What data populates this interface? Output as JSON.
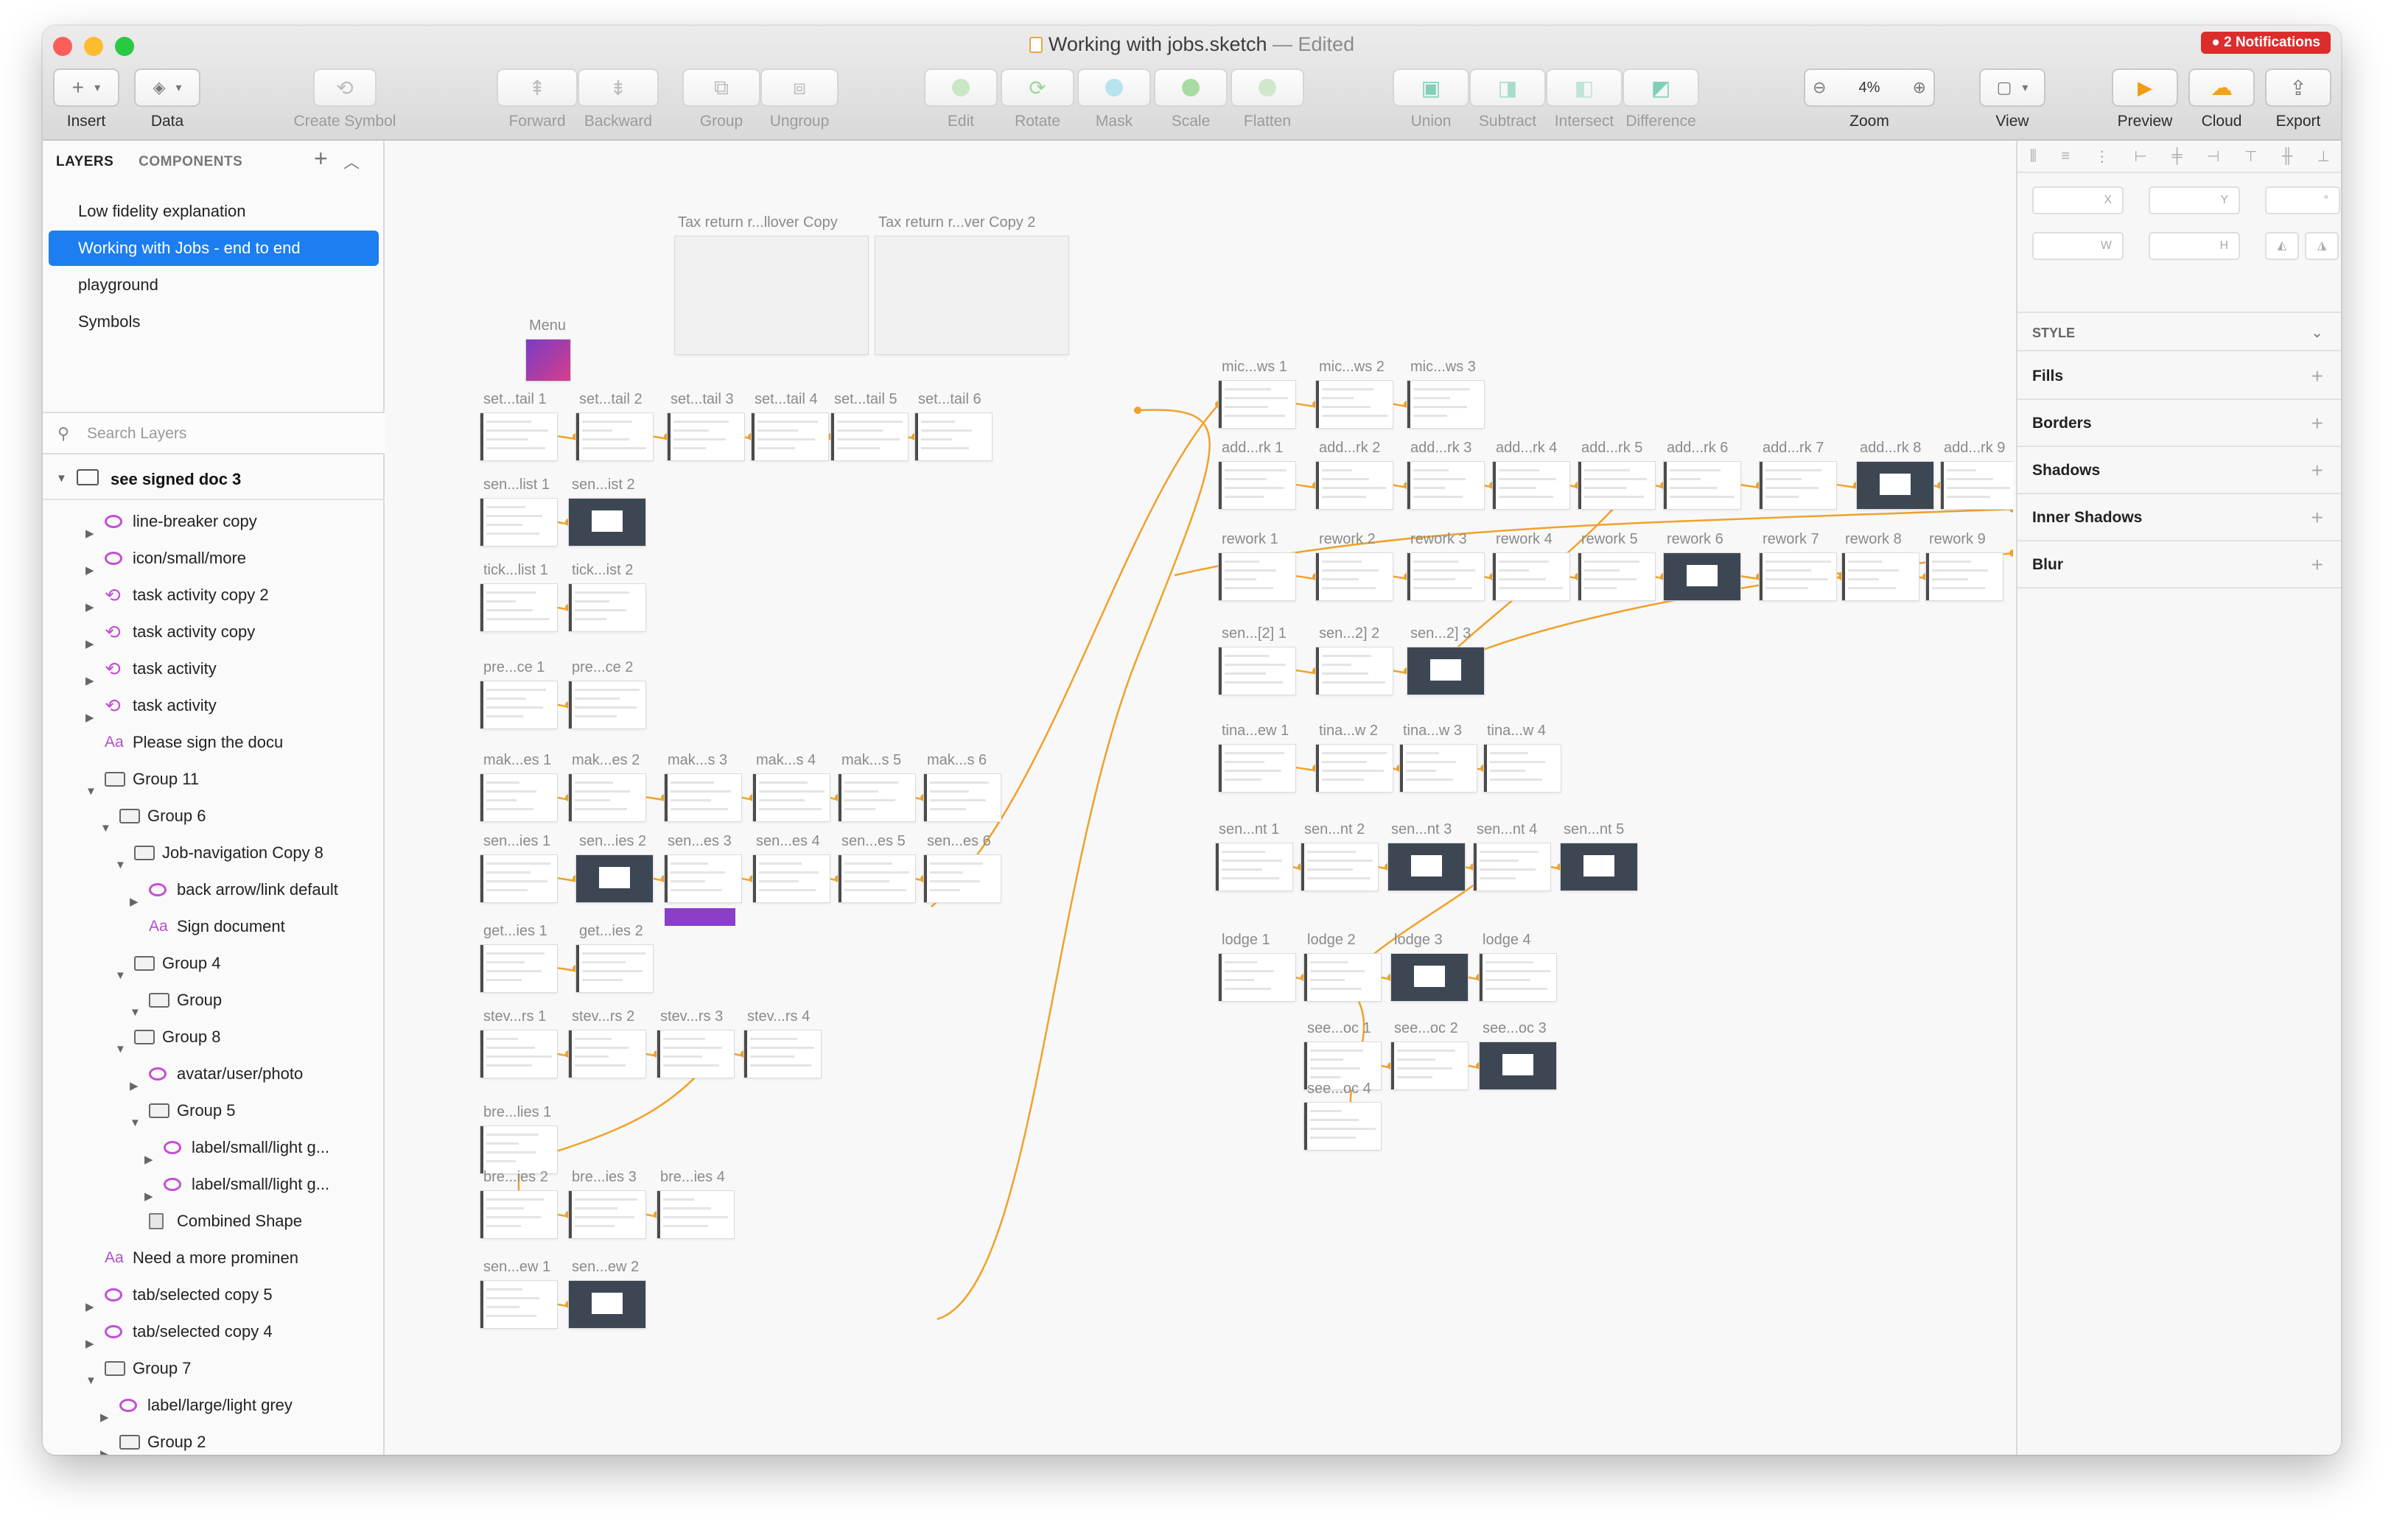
{
  "window": {
    "title": "Working with jobs.sketch",
    "title_status": "— Edited",
    "notifications": "2 Notifications"
  },
  "toolbar": {
    "insert": "Insert",
    "data": "Data",
    "create_symbol": "Create Symbol",
    "forward": "Forward",
    "backward": "Backward",
    "group": "Group",
    "ungroup": "Ungroup",
    "edit": "Edit",
    "rotate": "Rotate",
    "mask": "Mask",
    "scale": "Scale",
    "flatten": "Flatten",
    "union": "Union",
    "subtract": "Subtract",
    "intersect": "Intersect",
    "difference": "Difference",
    "zoom": "Zoom",
    "zoom_value": "4%",
    "view": "View",
    "preview": "Preview",
    "cloud": "Cloud",
    "export": "Export"
  },
  "colors": {
    "accent": "#1c7ef0",
    "connector": "#f0a12a",
    "symbol": "#c34fd6",
    "notification": "#dc2d2d"
  },
  "left": {
    "tab_layers": "LAYERS",
    "tab_components": "COMPONENTS",
    "pages": [
      "Low fidelity explanation",
      "Working with Jobs - end to end",
      "playground",
      "Symbols"
    ],
    "search_placeholder": "Search Layers",
    "artboard": "see signed doc 3",
    "layers": [
      {
        "label": "line-breaker copy",
        "icon": "symbol-instance-icon"
      },
      {
        "label": "icon/small/more",
        "icon": "symbol-instance-icon"
      },
      {
        "label": "task activity copy 2",
        "icon": "symbol-master-icon"
      },
      {
        "label": "task activity copy",
        "icon": "symbol-master-icon"
      },
      {
        "label": "task activity",
        "icon": "symbol-master-icon"
      },
      {
        "label": "task activity",
        "icon": "symbol-master-icon"
      },
      {
        "label": "Please sign the docu",
        "icon": "text-icon"
      },
      {
        "label": "Group 11",
        "icon": "folder-icon"
      },
      {
        "label": "Group 6",
        "icon": "folder-icon"
      },
      {
        "label": "Job-navigation Copy 8",
        "icon": "folder-icon"
      },
      {
        "label": "back arrow/link default",
        "icon": "symbol-instance-icon"
      },
      {
        "label": "Sign document",
        "icon": "text-icon"
      },
      {
        "label": "Group 4",
        "icon": "folder-icon"
      },
      {
        "label": "Group",
        "icon": "folder-icon"
      },
      {
        "label": "Group 8",
        "icon": "folder-icon"
      },
      {
        "label": "avatar/user/photo",
        "icon": "symbol-instance-icon"
      },
      {
        "label": "Group 5",
        "icon": "folder-icon"
      },
      {
        "label": "label/small/light g...",
        "icon": "symbol-instance-icon"
      },
      {
        "label": "label/small/light g...",
        "icon": "symbol-instance-icon"
      },
      {
        "label": "Combined Shape",
        "icon": "shape-icon"
      },
      {
        "label": "Need a more prominen",
        "icon": "text-icon"
      },
      {
        "label": "tab/selected copy 5",
        "icon": "symbol-instance-icon"
      },
      {
        "label": "tab/selected copy 4",
        "icon": "symbol-instance-icon"
      },
      {
        "label": "Group 7",
        "icon": "folder-icon"
      },
      {
        "label": "label/large/light grey",
        "icon": "symbol-instance-icon"
      },
      {
        "label": "Group 2",
        "icon": "folder-icon"
      }
    ]
  },
  "canvas": {
    "artboards": [
      "Tax return r...llover Copy",
      "Tax return r...ver Copy 2",
      "Menu",
      "set...tail 1",
      "set...tail 2",
      "set...tail 3",
      "set...tail 4",
      "set...tail 5",
      "set...tail 6",
      "sen...list 1",
      "sen...ist 2",
      "tick...list 1",
      "tick...ist 2",
      "pre...ce 1",
      "pre...ce 2",
      "mak...es 1",
      "mak...es 2",
      "mak...s 3",
      "mak...s 4",
      "mak...s 5",
      "mak...s 6",
      "sen...ies 1",
      "sen...ies 2",
      "sen...es 3",
      "sen...es 4",
      "sen...es 5",
      "sen...es 6",
      "get...ies 1",
      "get...ies 2",
      "stev...rs 1",
      "stev...rs 2",
      "stev...rs 3",
      "stev...rs 4",
      "bre...lies 1",
      "bre...ies 2",
      "bre...ies 3",
      "bre...ies 4",
      "sen...ew 1",
      "sen...ew 2",
      "mic...ws 1",
      "mic...ws 2",
      "mic...ws 3",
      "add...rk 1",
      "add...rk 2",
      "add...rk 3",
      "add...rk 4",
      "add...rk 5",
      "add...rk 6",
      "add...rk 7",
      "add...rk 8",
      "add...rk 9",
      "rework 1",
      "rework 2",
      "rework 3",
      "rework 4",
      "rework 5",
      "rework 6",
      "rework 7",
      "rework 8",
      "rework 9",
      "sen...[2] 1",
      "sen...2] 2",
      "sen...2] 3",
      "tina...ew 1",
      "tina...w 2",
      "tina...w 3",
      "tina...w 4",
      "sen...nt 1",
      "sen...nt 2",
      "sen...nt 3",
      "sen...nt 4",
      "sen...nt 5",
      "lodge 1",
      "lodge 2",
      "lodge 3",
      "lodge 4",
      "see...oc 1",
      "see...oc 2",
      "see...oc 3",
      "see...oc 4"
    ]
  },
  "inspector": {
    "x": "X",
    "y": "Y",
    "rot": "°",
    "w": "W",
    "h": "H",
    "style": "STYLE",
    "fills": "Fills",
    "borders": "Borders",
    "shadows": "Shadows",
    "inner_shadows": "Inner Shadows",
    "blur": "Blur"
  }
}
